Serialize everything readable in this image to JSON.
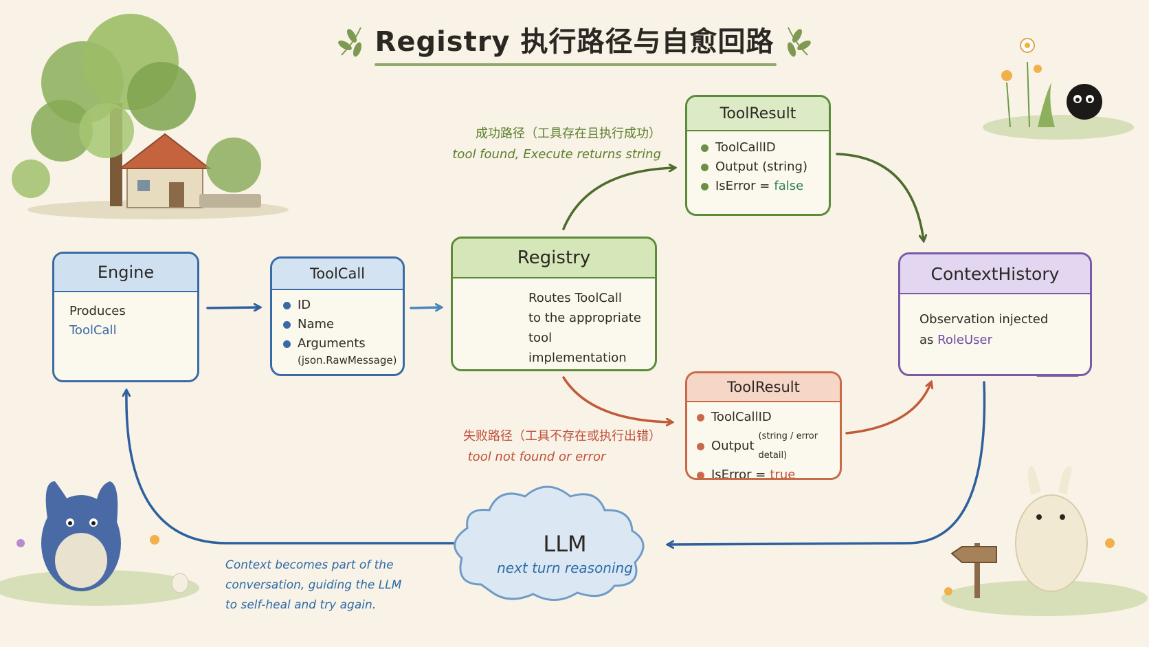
{
  "title": "Registry 执行路径与自愈回路",
  "engine": {
    "header": "Engine",
    "line1": "Produces",
    "line2": "ToolCall"
  },
  "toolcall": {
    "header": "ToolCall",
    "fields": [
      "ID",
      "Name",
      "Arguments"
    ],
    "note": "(json.RawMessage)"
  },
  "registry": {
    "header": "Registry",
    "desc": [
      "Routes ToolCall",
      "to the appropriate",
      "tool implementation"
    ]
  },
  "result_ok": {
    "header": "ToolResult",
    "fields": [
      "ToolCallID",
      "Output (string)",
      "IsError ="
    ],
    "iserror_value": "false"
  },
  "result_err": {
    "header": "ToolResult",
    "fields": [
      "ToolCallID",
      "Output",
      "IsError ="
    ],
    "output_detail": "(string / error detail)",
    "iserror_value": "true"
  },
  "context": {
    "header": "ContextHistory",
    "line1": "Observation injected",
    "line2_prefix": "as",
    "line2_value": "RoleUser"
  },
  "success_path": {
    "zh": "成功路径（工具存在且执行成功）",
    "en": "tool found, Execute returns string"
  },
  "failure_path": {
    "zh": "失败路径（工具不存在或执行出错）",
    "en": "tool not found or error"
  },
  "llm": {
    "title": "LLM",
    "subtitle": "next turn reasoning"
  },
  "loop_note": [
    "Context becomes part of the",
    "conversation, guiding the LLM",
    "to self-heal and try again."
  ],
  "colors": {
    "blue": "#3a6aa5",
    "green": "#5b8a3a",
    "red": "#c86a4a",
    "purple": "#7a5aa6",
    "background": "#f8f3e6"
  }
}
